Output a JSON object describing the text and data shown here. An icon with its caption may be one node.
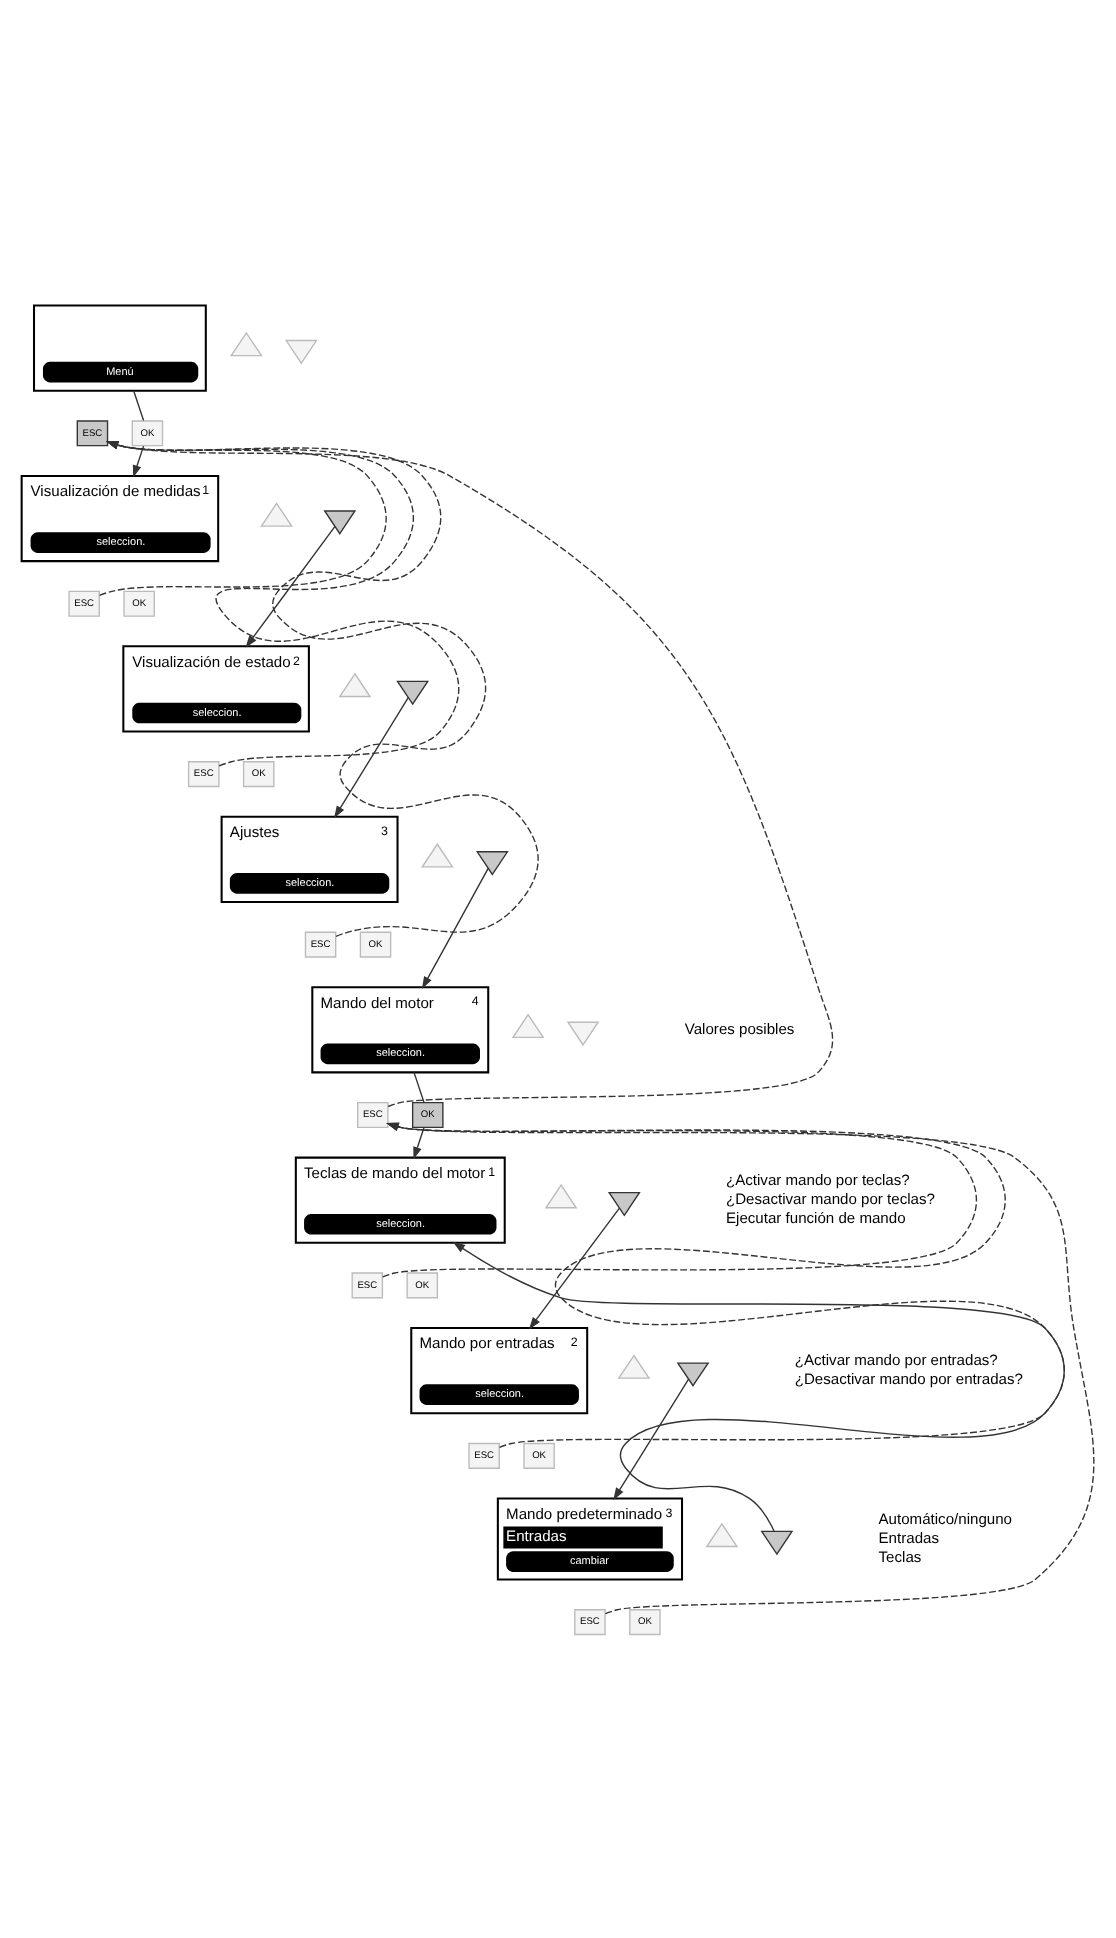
{
  "diagram": {
    "nodes": [
      {
        "text": [
          "Menú"
        ]
      },
      {
        "text": [],
        "shape": "triangle"
      },
      {
        "text": [],
        "shape": "triangle"
      },
      {
        "text": [
          "ESC"
        ]
      },
      {
        "text": [
          "OK"
        ]
      },
      {
        "text": [
          "Visualización de medidas",
          "1",
          "seleccion."
        ]
      },
      {
        "text": [],
        "shape": "triangle"
      },
      {
        "text": [],
        "shape": "triangle"
      },
      {
        "text": [
          "ESC"
        ]
      },
      {
        "text": [
          "OK"
        ]
      },
      {
        "text": [
          "Visualización de estado",
          "2",
          "seleccion."
        ]
      },
      {
        "text": [],
        "shape": "triangle"
      },
      {
        "text": [],
        "shape": "triangle"
      },
      {
        "text": [
          "ESC"
        ]
      },
      {
        "text": [
          "OK"
        ]
      },
      {
        "text": [
          "Ajustes",
          "3",
          "seleccion."
        ]
      },
      {
        "text": [],
        "shape": "triangle"
      },
      {
        "text": [],
        "shape": "triangle"
      },
      {
        "text": [
          "ESC"
        ]
      },
      {
        "text": [
          "OK"
        ]
      },
      {
        "text": [
          "Mando del motor",
          "4",
          "seleccion."
        ]
      },
      {
        "text": [],
        "shape": "triangle"
      },
      {
        "text": [],
        "shape": "triangle"
      },
      {
        "text": [
          "ESC"
        ]
      },
      {
        "text": [
          "OK"
        ]
      },
      {
        "text": [
          "Teclas de mando del motor",
          "1",
          "seleccion."
        ]
      },
      {
        "text": [],
        "shape": "triangle"
      },
      {
        "text": [],
        "shape": "triangle"
      },
      {
        "text": [
          "ESC"
        ]
      },
      {
        "text": [
          "OK"
        ]
      },
      {
        "text": [
          "Mando por entradas",
          "2",
          "seleccion."
        ]
      },
      {
        "text": [],
        "shape": "triangle"
      },
      {
        "text": [],
        "shape": "triangle"
      },
      {
        "text": [
          "ESC"
        ]
      },
      {
        "text": [
          "OK"
        ]
      },
      {
        "text": [
          "Mando predeterminado",
          "3",
          "Entradas",
          "cambiar"
        ]
      },
      {
        "text": [],
        "shape": "triangle"
      },
      {
        "text": [],
        "shape": "triangle"
      },
      {
        "text": [
          "ESC"
        ]
      },
      {
        "text": [
          "OK"
        ]
      }
    ],
    "edges": [
      {
        "from": 0,
        "to": 4,
        "arrow": "none"
      },
      {
        "from": 4,
        "to": 5,
        "arrow": "to"
      },
      {
        "from": 7,
        "to": 10,
        "arrow": "to"
      },
      {
        "from": 12,
        "to": 15,
        "arrow": "to"
      },
      {
        "from": 17,
        "to": 20,
        "arrow": "to"
      },
      {
        "from": 20,
        "to": 24,
        "arrow": "none"
      },
      {
        "from": 24,
        "to": 25,
        "arrow": "to"
      },
      {
        "from": 27,
        "to": 30,
        "arrow": "to"
      },
      {
        "from": 32,
        "to": 35,
        "arrow": "to"
      },
      {
        "from": 37,
        "to": 25,
        "arrow": "to"
      },
      {
        "from": 8,
        "to": 3,
        "arrow": "to",
        "style": "dashed"
      },
      {
        "from": 13,
        "to": 3,
        "arrow": "to",
        "style": "dashed"
      },
      {
        "from": 18,
        "to": 3,
        "arrow": "to",
        "style": "dashed"
      },
      {
        "from": 23,
        "to": 3,
        "arrow": "to",
        "style": "dashed"
      },
      {
        "from": 28,
        "to": 23,
        "arrow": "to",
        "style": "dashed"
      },
      {
        "from": 33,
        "to": 23,
        "arrow": "to",
        "style": "dashed"
      },
      {
        "from": 38,
        "to": 23,
        "arrow": "to",
        "style": "dashed"
      }
    ],
    "labels": [
      "Valores posibles",
      "¿Activar mando por teclas?",
      "¿Desactivar mando por teclas?",
      "Ejecutar función de mando",
      "¿Activar mando por entradas?",
      "¿Desactivar mando por entradas?",
      "Automático/ninguno",
      "Entradas",
      "Teclas"
    ]
  }
}
